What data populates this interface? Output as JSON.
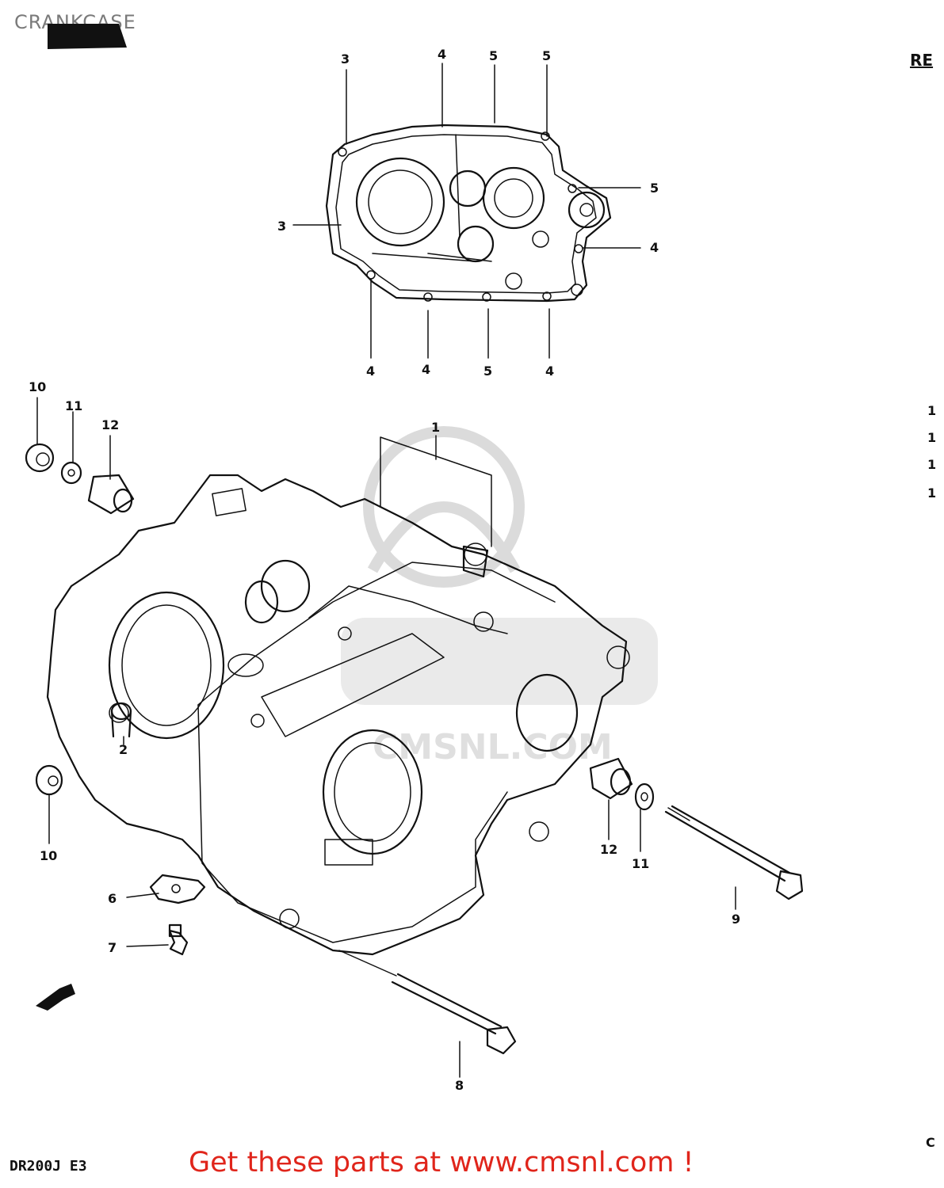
{
  "header": {
    "title": "CRANKCASE",
    "ref_edge": "RE"
  },
  "footer": {
    "model_code": "DR200J E3",
    "cta": "Get these parts at www.cmsnl.com !"
  },
  "watermark": {
    "text": "CMSNL.COM"
  },
  "callouts": {
    "c1": "1",
    "c2": "2",
    "c3a": "3",
    "c3b": "3",
    "c4a": "4",
    "c4b": "4",
    "c4c": "4",
    "c4d": "4",
    "c4e": "4",
    "c5a": "5",
    "c5b": "5",
    "c5c": "5",
    "c5d": "5",
    "c6": "6",
    "c7": "7",
    "c8": "8",
    "c9": "9",
    "c10a": "10",
    "c10b": "10",
    "c11a": "11",
    "c11b": "11",
    "c12a": "12",
    "c12b": "12"
  },
  "edge_marks": [
    "1",
    "1",
    "1",
    "1",
    "C"
  ]
}
